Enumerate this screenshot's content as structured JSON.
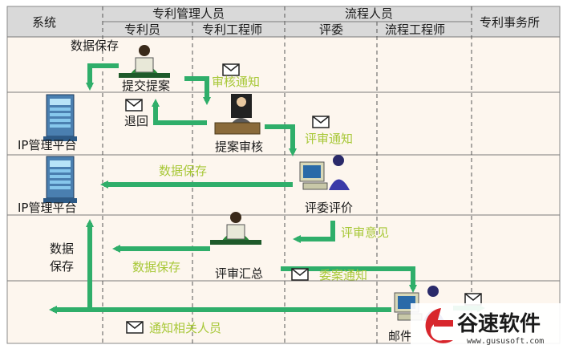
{
  "colors": {
    "body_bg": "#fdf6ee",
    "header_bg": "#d9d9d9",
    "arrow": "#2fae6a",
    "green_text": "#a8c838",
    "brand_red": "#d8262c"
  },
  "headers": {
    "system": "系统",
    "patent_management": "专利管理人员",
    "patent_clerk": "专利员",
    "patent_engineer": "专利工程师",
    "process_staff": "流程人员",
    "reviewer": "评委",
    "process_engineer": "流程工程师",
    "patent_office": "专利事务所"
  },
  "nodes": {
    "ip_platform_1": "IP管理平台",
    "ip_platform_2": "IP管理平台",
    "submit_proposal": "提交提案",
    "proposal_review": "提案审核",
    "reviewer_eval": "评委评价",
    "review_summary": "评审汇总",
    "mail_node": "邮件"
  },
  "labels": {
    "data_save_top": "数据保存",
    "review_notice": "审核通知",
    "return": "退回",
    "evaluation_notice": "评审通知",
    "data_save_mid": "数据保存",
    "review_opinion": "评审意见",
    "data_save_left_1": "数据",
    "data_save_left_2": "保存",
    "data_save_low": "数据保存",
    "commission_notice": "委案通知",
    "notify_people": "通知相关人员"
  },
  "watermark": {
    "brand": "谷速软件",
    "url": "www.gususoft.com"
  }
}
